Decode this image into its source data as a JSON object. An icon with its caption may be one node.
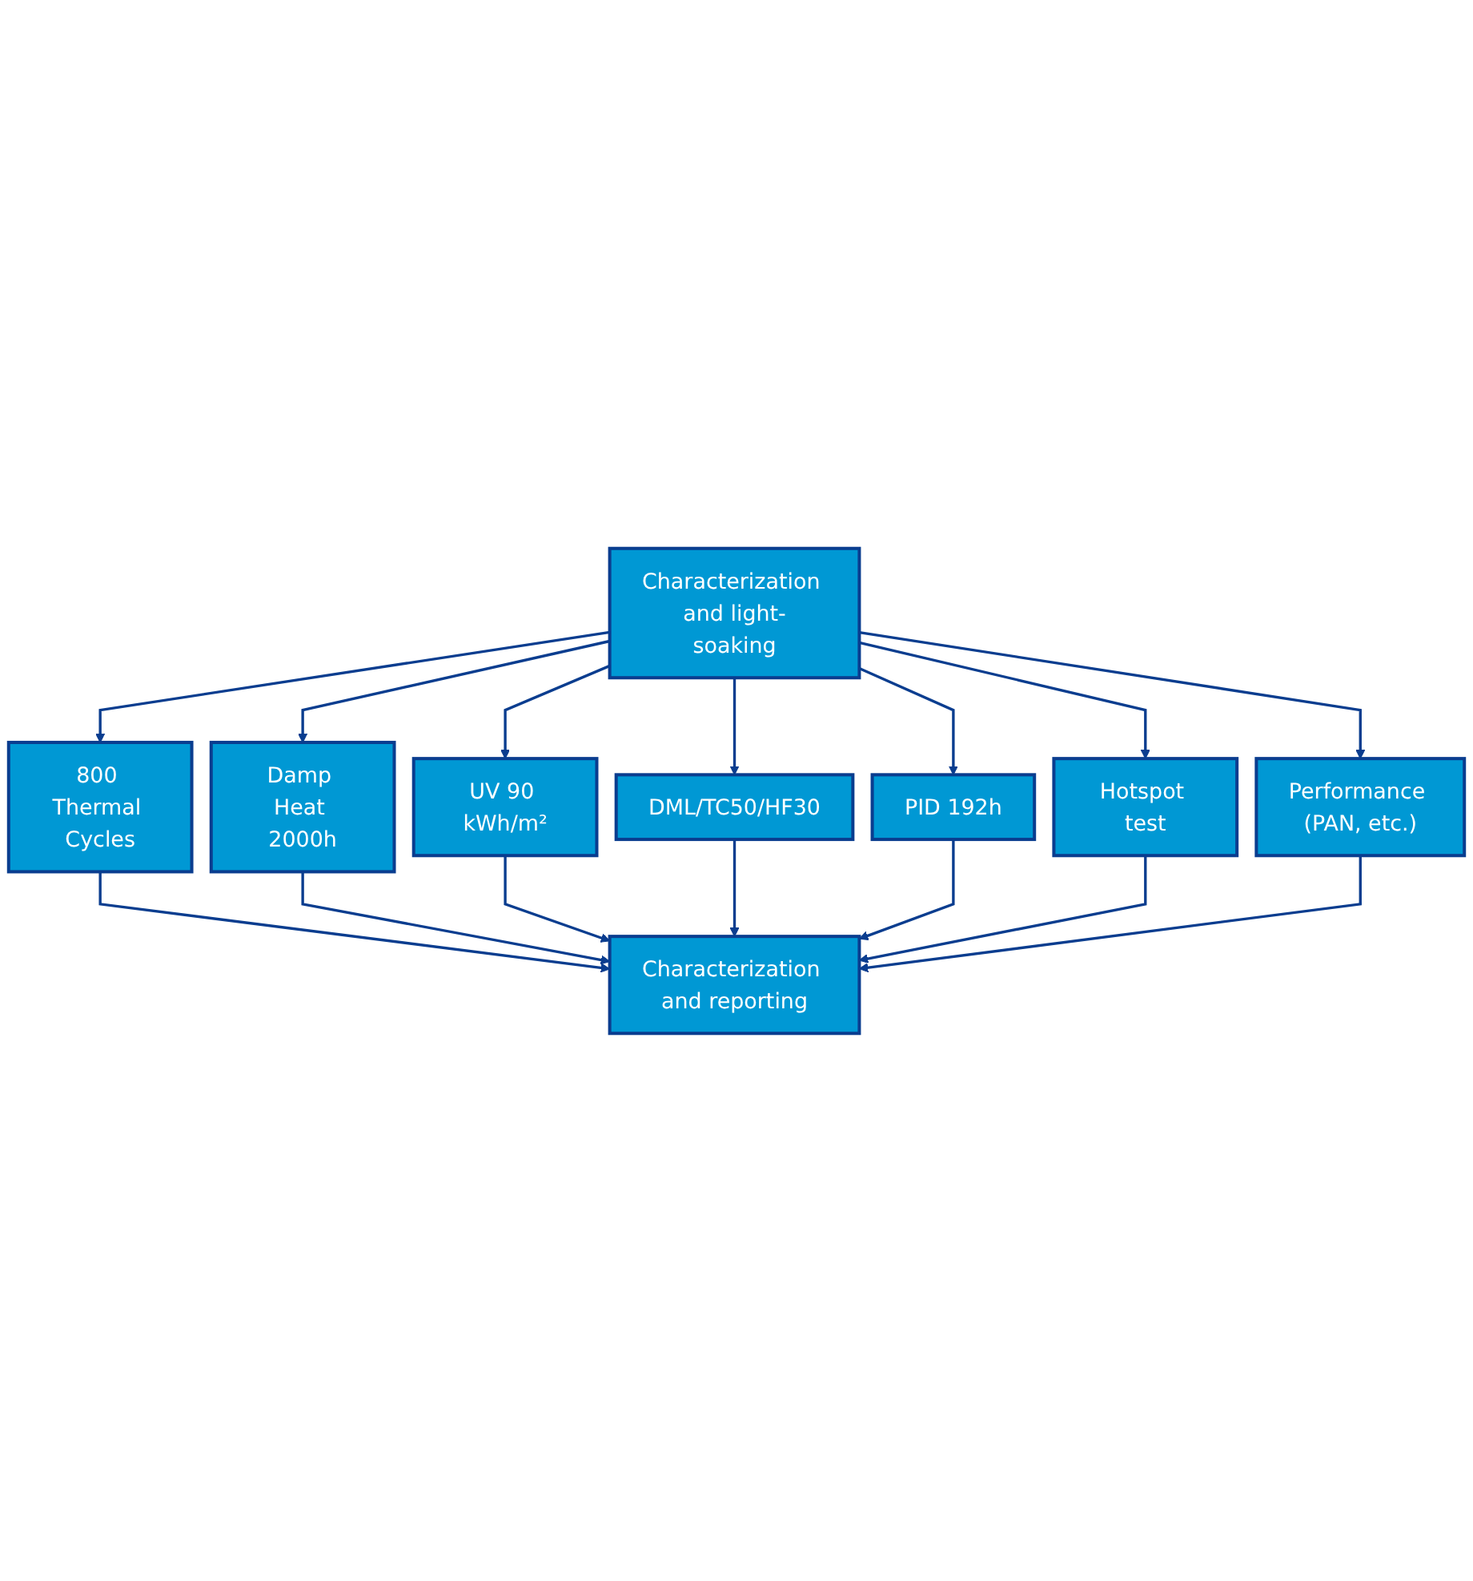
{
  "diagram": {
    "nodes": [
      {
        "text": [
          "Characterization and light-soaking"
        ]
      },
      {
        "text": [
          "800 Thermal Cycles"
        ]
      },
      {
        "text": [
          "Damp Heat 2000h"
        ]
      },
      {
        "text": [
          "UV 90 kWh/m²"
        ]
      },
      {
        "text": [
          "DML/TC50/HF30"
        ]
      },
      {
        "text": [
          "PID 192h"
        ]
      },
      {
        "text": [
          "Hotspot test"
        ]
      },
      {
        "text": [
          "Performance (PAN, etc.)"
        ]
      },
      {
        "text": [
          "Characterization and reporting"
        ]
      }
    ],
    "edges": [
      {
        "from": 0,
        "to": 1,
        "arrow": "to"
      },
      {
        "from": 0,
        "to": 2,
        "arrow": "to"
      },
      {
        "from": 0,
        "to": 3,
        "arrow": "to"
      },
      {
        "from": 0,
        "to": 4,
        "arrow": "to"
      },
      {
        "from": 0,
        "to": 5,
        "arrow": "to"
      },
      {
        "from": 0,
        "to": 6,
        "arrow": "to"
      },
      {
        "from": 0,
        "to": 7,
        "arrow": "to"
      },
      {
        "from": 1,
        "to": 8,
        "arrow": "to"
      },
      {
        "from": 2,
        "to": 8,
        "arrow": "to"
      },
      {
        "from": 3,
        "to": 8,
        "arrow": "to"
      },
      {
        "from": 4,
        "to": 8,
        "arrow": "to"
      },
      {
        "from": 5,
        "to": 8,
        "arrow": "to"
      },
      {
        "from": 6,
        "to": 8,
        "arrow": "to"
      },
      {
        "from": 7,
        "to": 8,
        "arrow": "to"
      }
    ]
  }
}
